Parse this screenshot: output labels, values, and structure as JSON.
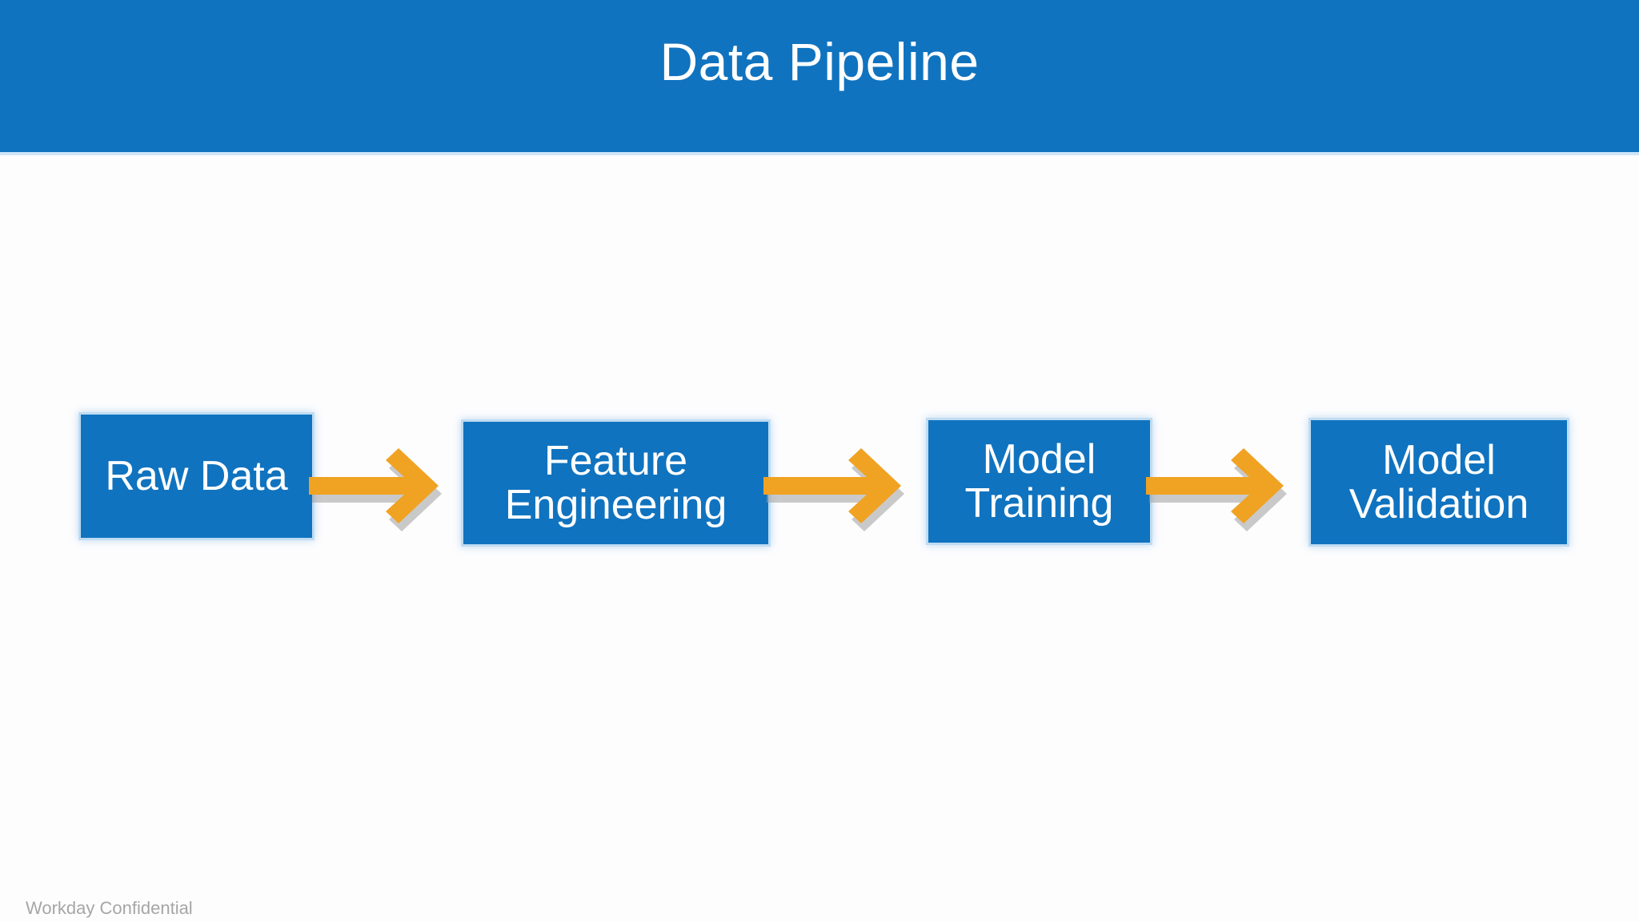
{
  "slide": {
    "title": "Data Pipeline",
    "footer_note": "Workday Confidential",
    "background_color": "#fdfdfe",
    "header_color": "#1073bf",
    "header_text_color": "#ffffff",
    "footer_text_color": "#a6a6a6"
  },
  "diagram": {
    "type": "linear-process-flow",
    "accent_box_color": "#1073bf",
    "accent_box_text_color": "#ffffff",
    "arrow_color": "#f0a222",
    "arrow_shadow_color": "#9e9e9e",
    "steps": [
      {
        "id": "raw-data",
        "lines": [
          "Raw Data"
        ],
        "order": 1
      },
      {
        "id": "feature-eng",
        "lines": [
          "Feature",
          "Engineering"
        ],
        "order": 2
      },
      {
        "id": "model-training",
        "lines": [
          "Model",
          "Training"
        ],
        "order": 3
      },
      {
        "id": "model-validation",
        "lines": [
          "Model",
          "Validation"
        ],
        "order": 4
      }
    ],
    "connectors": [
      {
        "id": "arrow-1",
        "from": "raw-data",
        "to": "feature-eng",
        "glyph": "right-arrow-icon"
      },
      {
        "id": "arrow-2",
        "from": "feature-eng",
        "to": "model-training",
        "glyph": "right-arrow-icon"
      },
      {
        "id": "arrow-3",
        "from": "model-training",
        "to": "model-validation",
        "glyph": "right-arrow-icon"
      }
    ]
  }
}
